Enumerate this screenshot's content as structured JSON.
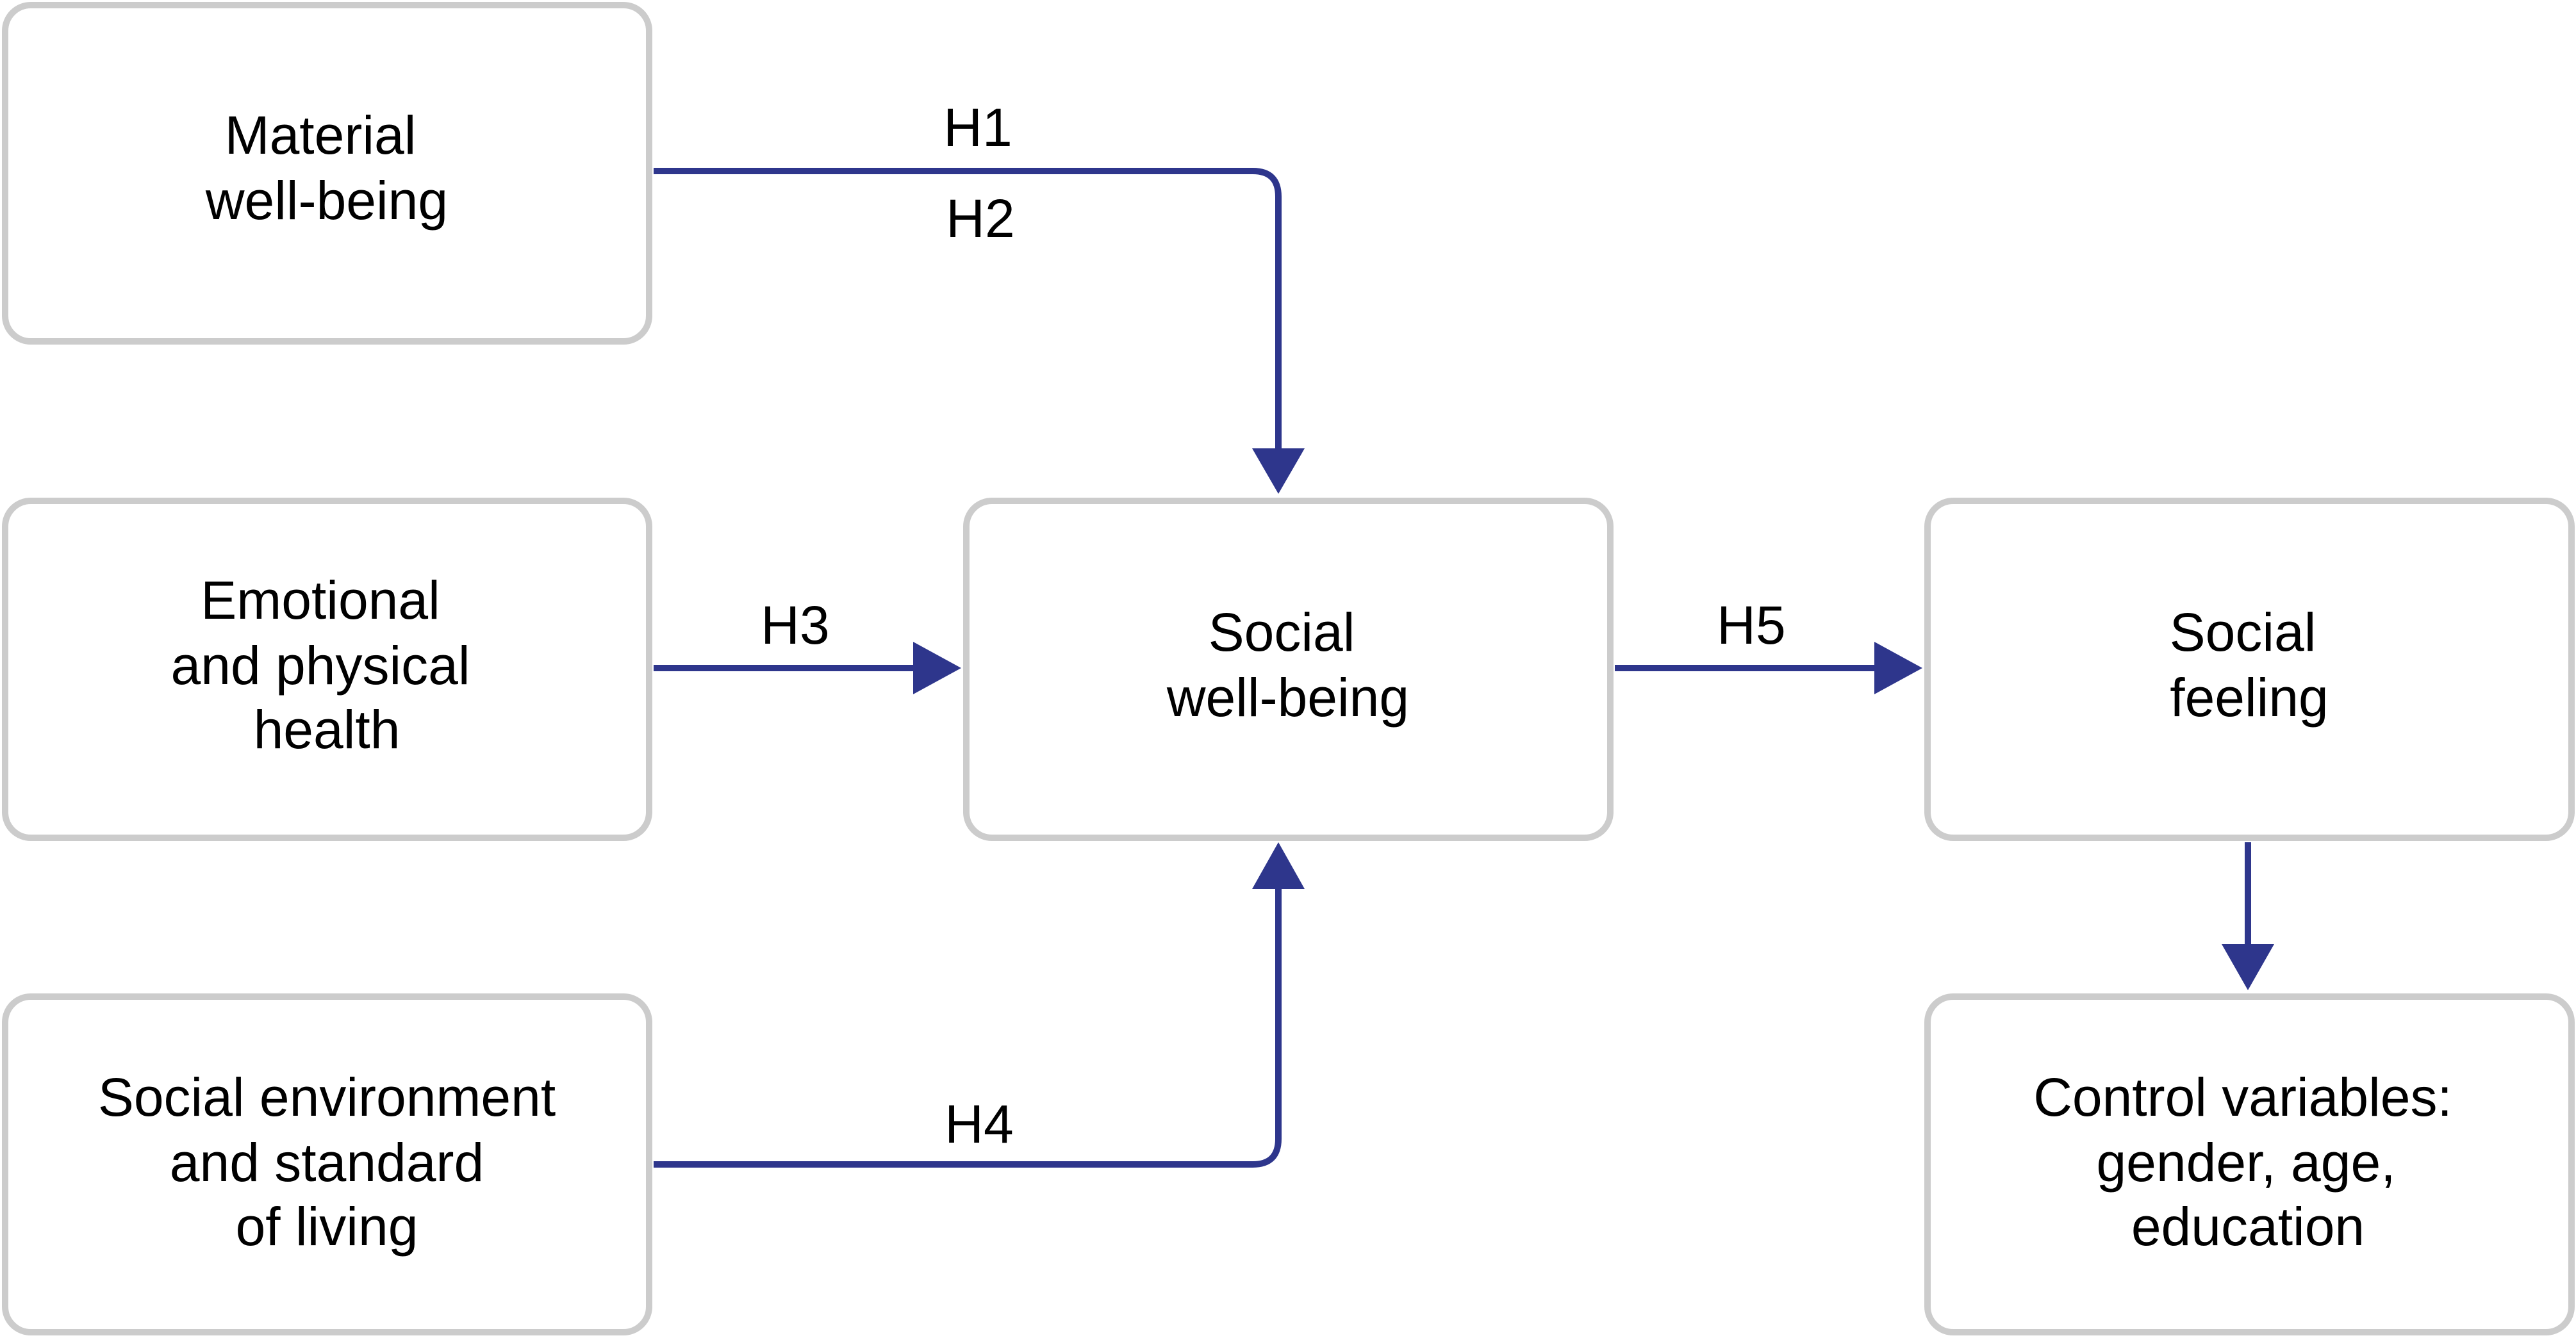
{
  "colors": {
    "arrow": "#2e368c",
    "box_border": "#cccccc"
  },
  "nodes": {
    "material": [
      "Material",
      "well-being"
    ],
    "health": [
      "Emotional",
      "and physical",
      "health"
    ],
    "environment": [
      "Social environment",
      "and standard",
      "of living"
    ],
    "social_wellbeing": [
      "Social",
      "well-being"
    ],
    "social_feeling": [
      "Social",
      "feeling"
    ],
    "controls": [
      "Control variables:",
      "gender, age,",
      "education"
    ]
  },
  "edges": {
    "h1": "H1",
    "h2": "H2",
    "h3": "H3",
    "h4": "H4",
    "h5": "H5"
  }
}
